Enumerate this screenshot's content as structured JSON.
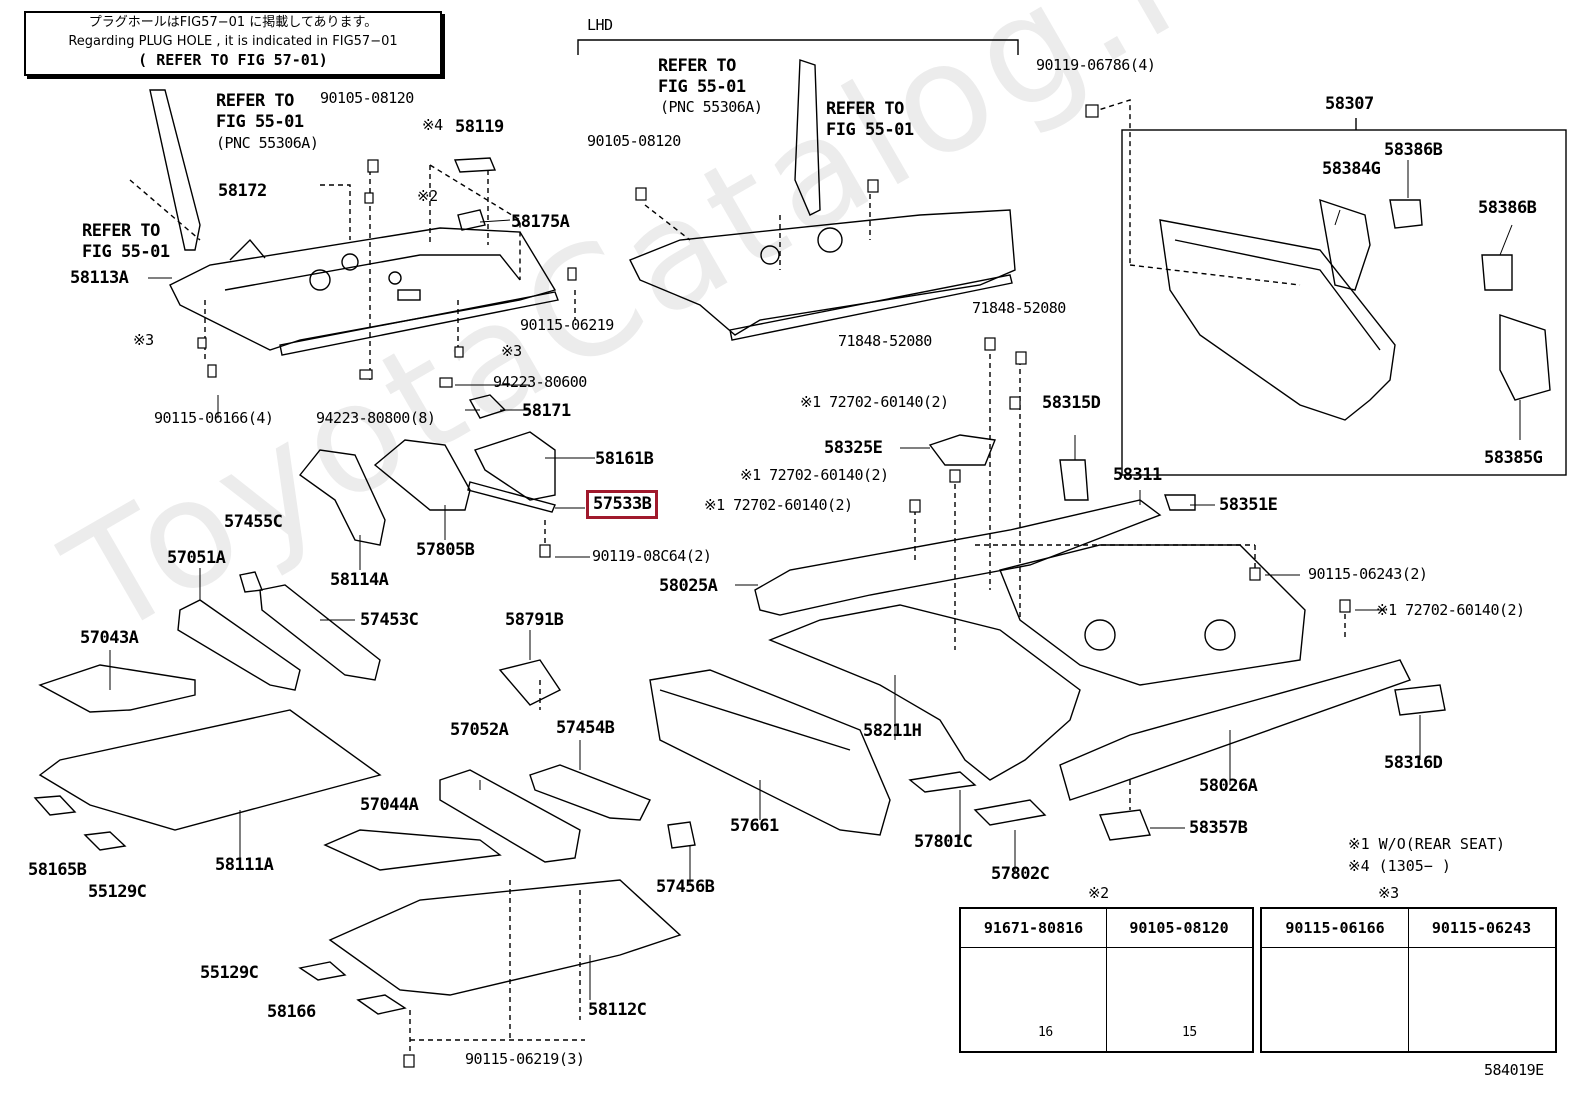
{
  "note": {
    "line1": "プラグホールはFIG57−01 に掲載してあります。",
    "line2": "Regarding PLUG HOLE , it is indicated in FIG57−01",
    "line3": "( REFER TO FIG 57-01)"
  },
  "watermark": "ToyotaCatalog.ru",
  "labels": {
    "lhd": "LHD",
    "refer1": "REFER TO",
    "refer1b": "FIG 55-01",
    "refer1c": "(PNC 55306A)",
    "p90105_08120_a": "90105-08120",
    "refer2": "REFER TO",
    "refer2b": "FIG 55-01",
    "p58172": "58172",
    "mark4": "※4",
    "p58119": "58119",
    "mark2": "※2",
    "p58175A": "58175A",
    "p58113A": "58113A",
    "mark3a": "※3",
    "p90115_06219": "90115-06219",
    "mark3b": "※3",
    "p94223_80600": "94223-80600",
    "p90115_06166": "90115-06166(4)",
    "p94223_80800": "94223-80800(8)",
    "p58171": "58171",
    "p58161B": "58161B",
    "p57533B": "57533B",
    "p57455C": "57455C",
    "p57805B": "57805B",
    "p58114A": "58114A",
    "p90119_08C64": "90119-08C64(2)",
    "p57051A": "57051A",
    "p57453C": "57453C",
    "p57043A": "57043A",
    "p58791B": "58791B",
    "p57052A": "57052A",
    "p57454B": "57454B",
    "p57044A": "57044A",
    "p58111A": "58111A",
    "p58165B": "58165B",
    "p55129C_a": "55129C",
    "p57456B": "57456B",
    "p55129C_b": "55129C",
    "p58166": "58166",
    "p58112C": "58112C",
    "p90115_06219_3": "90115-06219(3)",
    "refer3": "REFER TO",
    "refer3b": "FIG 55-01",
    "refer3c": "(PNC 55306A)",
    "refer4": "REFER TO",
    "refer4b": "FIG 55-01",
    "p90105_08120_b": "90105-08120",
    "p90119_06786": "90119-06786(4)",
    "p58307": "58307",
    "p58386B_a": "58386B",
    "p58384G": "58384G",
    "p58386B_b": "58386B",
    "p58385G": "58385G",
    "p71848_52080_a": "71848-52080",
    "p71848_52080_b": "71848-52080",
    "p72702_a": "※1 72702-60140(2)",
    "p58315D": "58315D",
    "p58325E": "58325E",
    "p72702_b": "※1 72702-60140(2)",
    "p58311": "58311",
    "p72702_c": "※1 72702-60140(2)",
    "p58351E": "58351E",
    "p90115_06243": "90115-06243(2)",
    "p58025A": "58025A",
    "p72702_d": "※1 72702-60140(2)",
    "p58211H": "58211H",
    "p58316D": "58316D",
    "p57661": "57661",
    "p58026A": "58026A",
    "p57801C": "57801C",
    "p58357B": "58357B",
    "p57802C": "57802C",
    "fig": "584019E"
  },
  "legend": {
    "l1": "※1 W/O(REAR SEAT)",
    "l2": "※4 (1305−      )"
  },
  "hardware": {
    "mark2": "※2",
    "mark3": "※3",
    "t1": "91671-80816",
    "t2": "90105-08120",
    "t3": "90115-06166",
    "t4": "90115-06243",
    "d1": "16",
    "d2": "15"
  }
}
